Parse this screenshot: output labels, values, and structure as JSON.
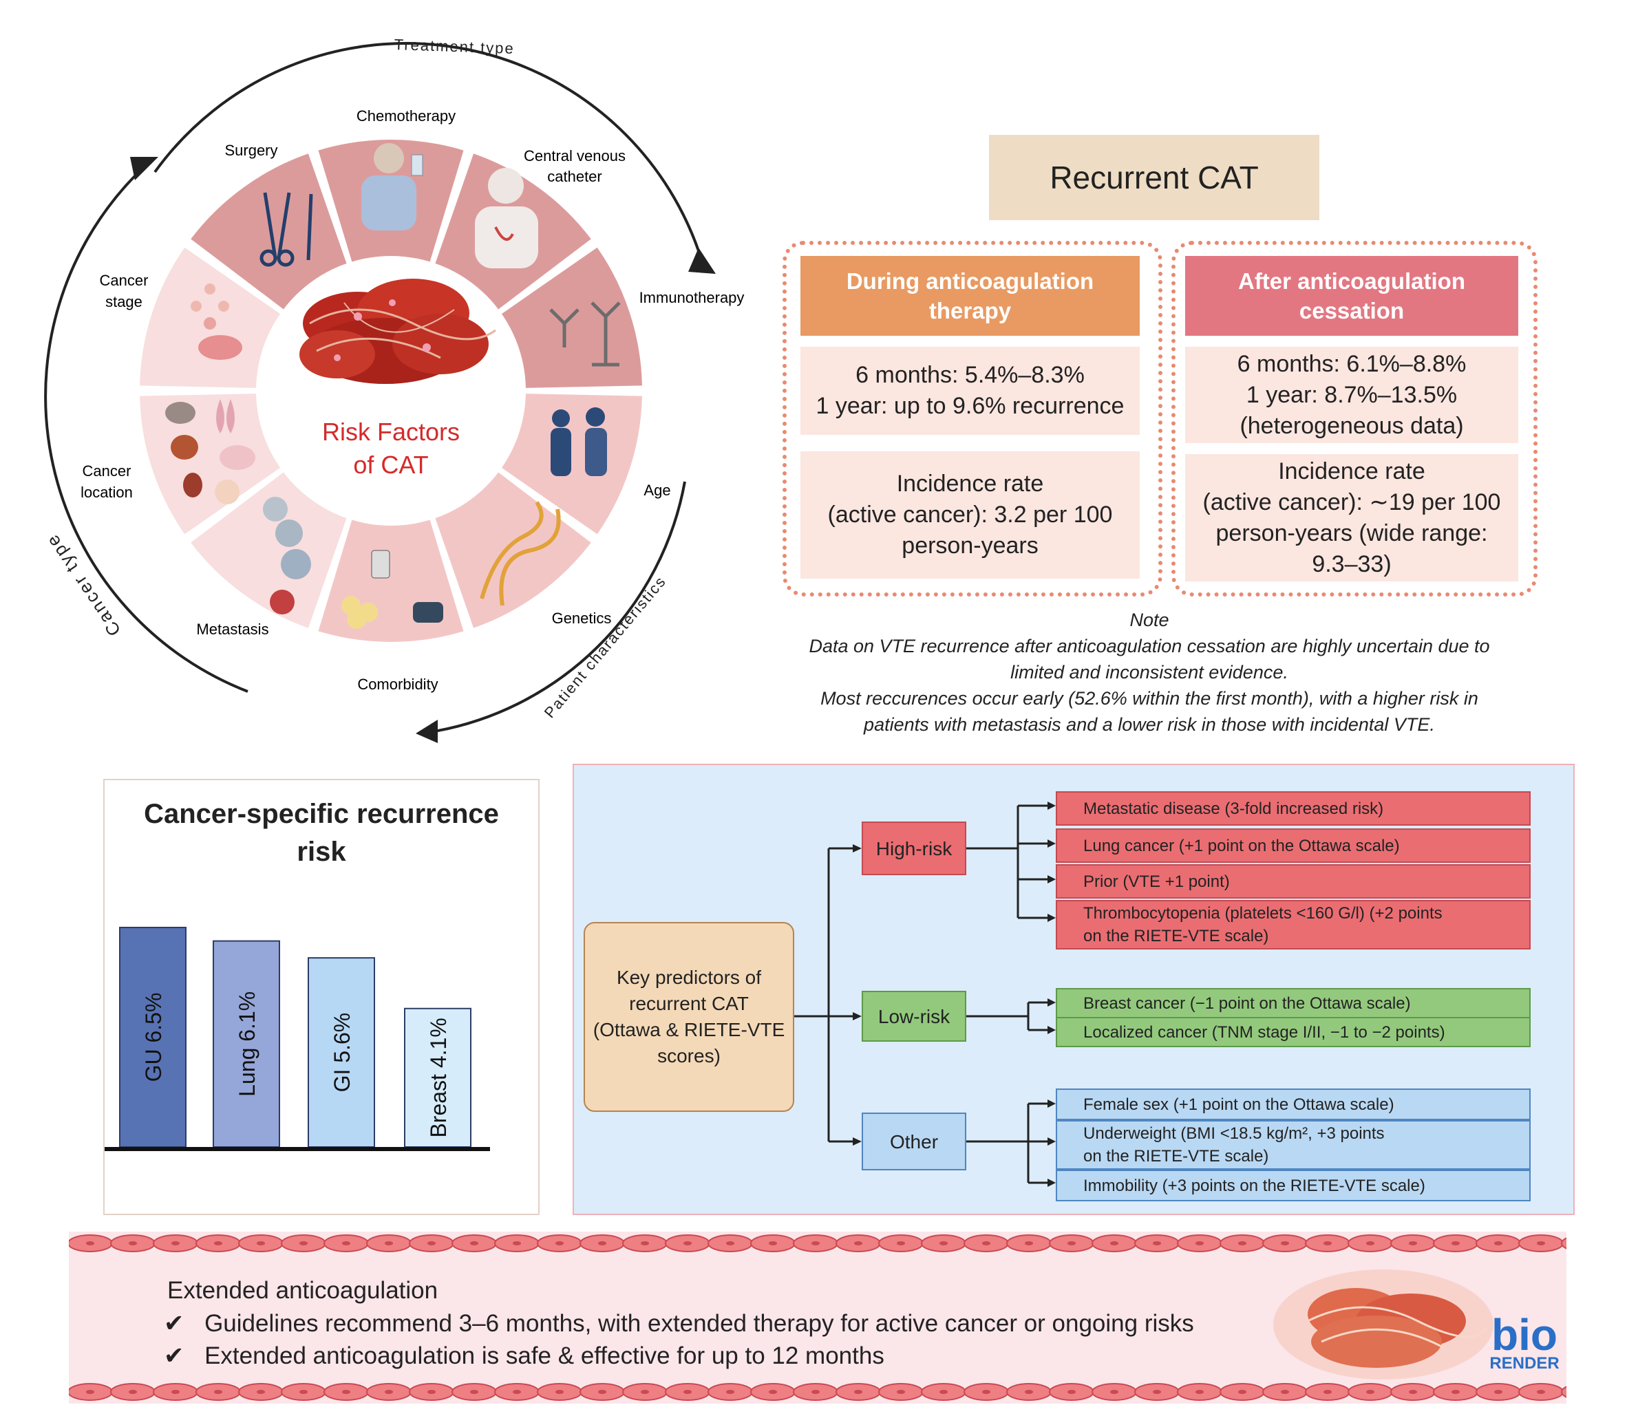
{
  "wheel": {
    "arc_labels": {
      "treatment": "Treatment type",
      "cancer": "Cancer type",
      "patient": "Patient characteristics"
    },
    "center_line1": "Risk Factors",
    "center_line2": "of CAT",
    "segments": [
      {
        "label": "Chemotherapy",
        "icon": "chemotherapy-patient-icon"
      },
      {
        "label": "Central venous catheter",
        "icon": "catheter-torso-icon"
      },
      {
        "label": "Immunotherapy",
        "icon": "antibody-icon"
      },
      {
        "label": "Age",
        "icon": "elderly-couple-icon"
      },
      {
        "label": "Genetics",
        "icon": "dna-icon"
      },
      {
        "label": "Comorbidity",
        "icon": "blood-pressure-icon"
      },
      {
        "label": "Metastasis",
        "icon": "metastasis-cells-icon"
      },
      {
        "label": "Cancer location",
        "icon": "organs-icon"
      },
      {
        "label": "Cancer stage",
        "icon": "cell-clusters-icon"
      },
      {
        "label": "Surgery",
        "icon": "surgical-tools-icon"
      }
    ],
    "colors": {
      "treatment": "#dc9b9b",
      "patient": "#f3c6c6",
      "cancer": "#f8dede",
      "center_text": "#d42a2a"
    }
  },
  "recurrent": {
    "title": "Recurrent CAT",
    "during": {
      "header": "During anticoagulation therapy",
      "cell1": [
        "6 months: 5.4%–8.3%",
        "1 year: up to 9.6% recurrence"
      ],
      "cell2": [
        "Incidence rate",
        "(active cancer): 3.2 per 100",
        "person-years"
      ],
      "color": "#e89a62"
    },
    "after": {
      "header": "After anticoagulation cessation",
      "cell1": [
        "6 months: 6.1%–8.8%",
        "1 year: 8.7%–13.5%",
        "(heterogeneous data)"
      ],
      "cell2": [
        "Incidence rate",
        "(active cancer): ∼19 per 100",
        "person-years (wide range:",
        "9.3–33)"
      ],
      "color": "#e27782"
    },
    "note": {
      "title": "Note",
      "lines": [
        "Data on VTE recurrence after anticoagulation cessation are highly uncertain due to",
        "limited and inconsistent evidence.",
        "Most reccurences occur early (52.6% within the first month), with a higher risk in",
        "patients with metastasis and a lower risk in those with incidental VTE."
      ]
    }
  },
  "chart_data": {
    "type": "bar",
    "title": "Cancer-specific recurrence risk",
    "categories": [
      "GU",
      "Lung",
      "GI",
      "Breast"
    ],
    "values": [
      6.5,
      6.1,
      5.6,
      4.1
    ],
    "labels": [
      "GU 6.5%",
      "Lung 6.1%",
      "GI 5.6%",
      "Breast 4.1%"
    ],
    "colors": [
      "#5873b4",
      "#95a6d8",
      "#b7d8f4",
      "#d7ecfb"
    ],
    "xlabel": "",
    "ylabel": "",
    "ylim": [
      0,
      7.6
    ],
    "grid": false
  },
  "predictors": {
    "root": [
      "Key predictors of",
      "recurrent CAT",
      "(Ottawa & RIETE-VTE",
      "scores)"
    ],
    "groups": [
      {
        "label": "High-risk",
        "items": [
          [
            "Metastatic disease (3-fold increased risk)"
          ],
          [
            "Lung cancer (+1 point on the Ottawa scale)"
          ],
          [
            "Prior (VTE +1 point)"
          ],
          [
            "Thrombocytopenia (platelets <160 G/l) (+2 points",
            "on the RIETE-VTE scale)"
          ]
        ]
      },
      {
        "label": "Low-risk",
        "items": [
          [
            "Breast cancer (−1 point on the Ottawa scale)"
          ],
          [
            "Localized cancer (TNM stage I/II, −1 to −2 points)"
          ]
        ]
      },
      {
        "label": "Other",
        "items": [
          [
            "Female sex (+1 point on the Ottawa scale)"
          ],
          [
            "Underweight (BMI <18.5 kg/m², +3 points",
            "on the RIETE-VTE scale)"
          ],
          [
            "Immobility (+3 points on the RIETE-VTE scale)"
          ]
        ]
      }
    ]
  },
  "banner": {
    "heading": "Extended anticoagulation",
    "check": "✔",
    "bullets": [
      "Guidelines recommend 3–6 months, with extended therapy for active cancer or ongoing risks",
      "Extended anticoagulation is safe & effective for up to 12 months"
    ],
    "logo_line1": "bio",
    "logo_line2": "RENDER"
  }
}
